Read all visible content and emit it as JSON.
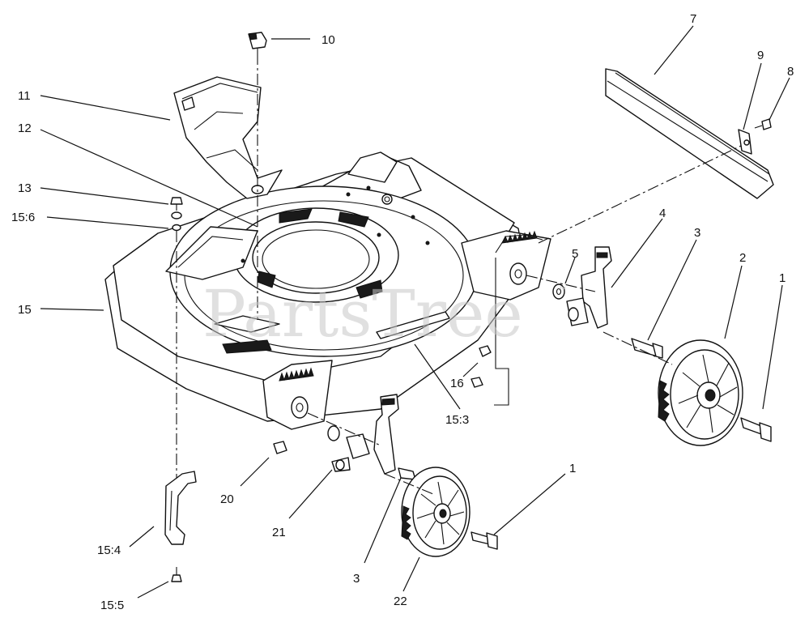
{
  "watermark": {
    "text": "PartsTree",
    "mark": "™"
  },
  "callouts": [
    {
      "id": "10",
      "text": "10"
    },
    {
      "id": "11",
      "text": "11"
    },
    {
      "id": "12",
      "text": "12"
    },
    {
      "id": "13",
      "text": "13"
    },
    {
      "id": "15-6",
      "text": "15:6"
    },
    {
      "id": "15",
      "text": "15"
    },
    {
      "id": "7",
      "text": "7"
    },
    {
      "id": "9",
      "text": "9"
    },
    {
      "id": "8",
      "text": "8"
    },
    {
      "id": "4",
      "text": "4"
    },
    {
      "id": "3a",
      "text": "3"
    },
    {
      "id": "2",
      "text": "2"
    },
    {
      "id": "1a",
      "text": "1"
    },
    {
      "id": "5",
      "text": "5"
    },
    {
      "id": "16",
      "text": "16"
    },
    {
      "id": "15-3",
      "text": "15:3"
    },
    {
      "id": "20",
      "text": "20"
    },
    {
      "id": "21",
      "text": "21"
    },
    {
      "id": "1b",
      "text": "1"
    },
    {
      "id": "3b",
      "text": "3"
    },
    {
      "id": "22",
      "text": "22"
    },
    {
      "id": "15-4",
      "text": "15:4"
    },
    {
      "id": "15-5",
      "text": "15:5"
    }
  ]
}
